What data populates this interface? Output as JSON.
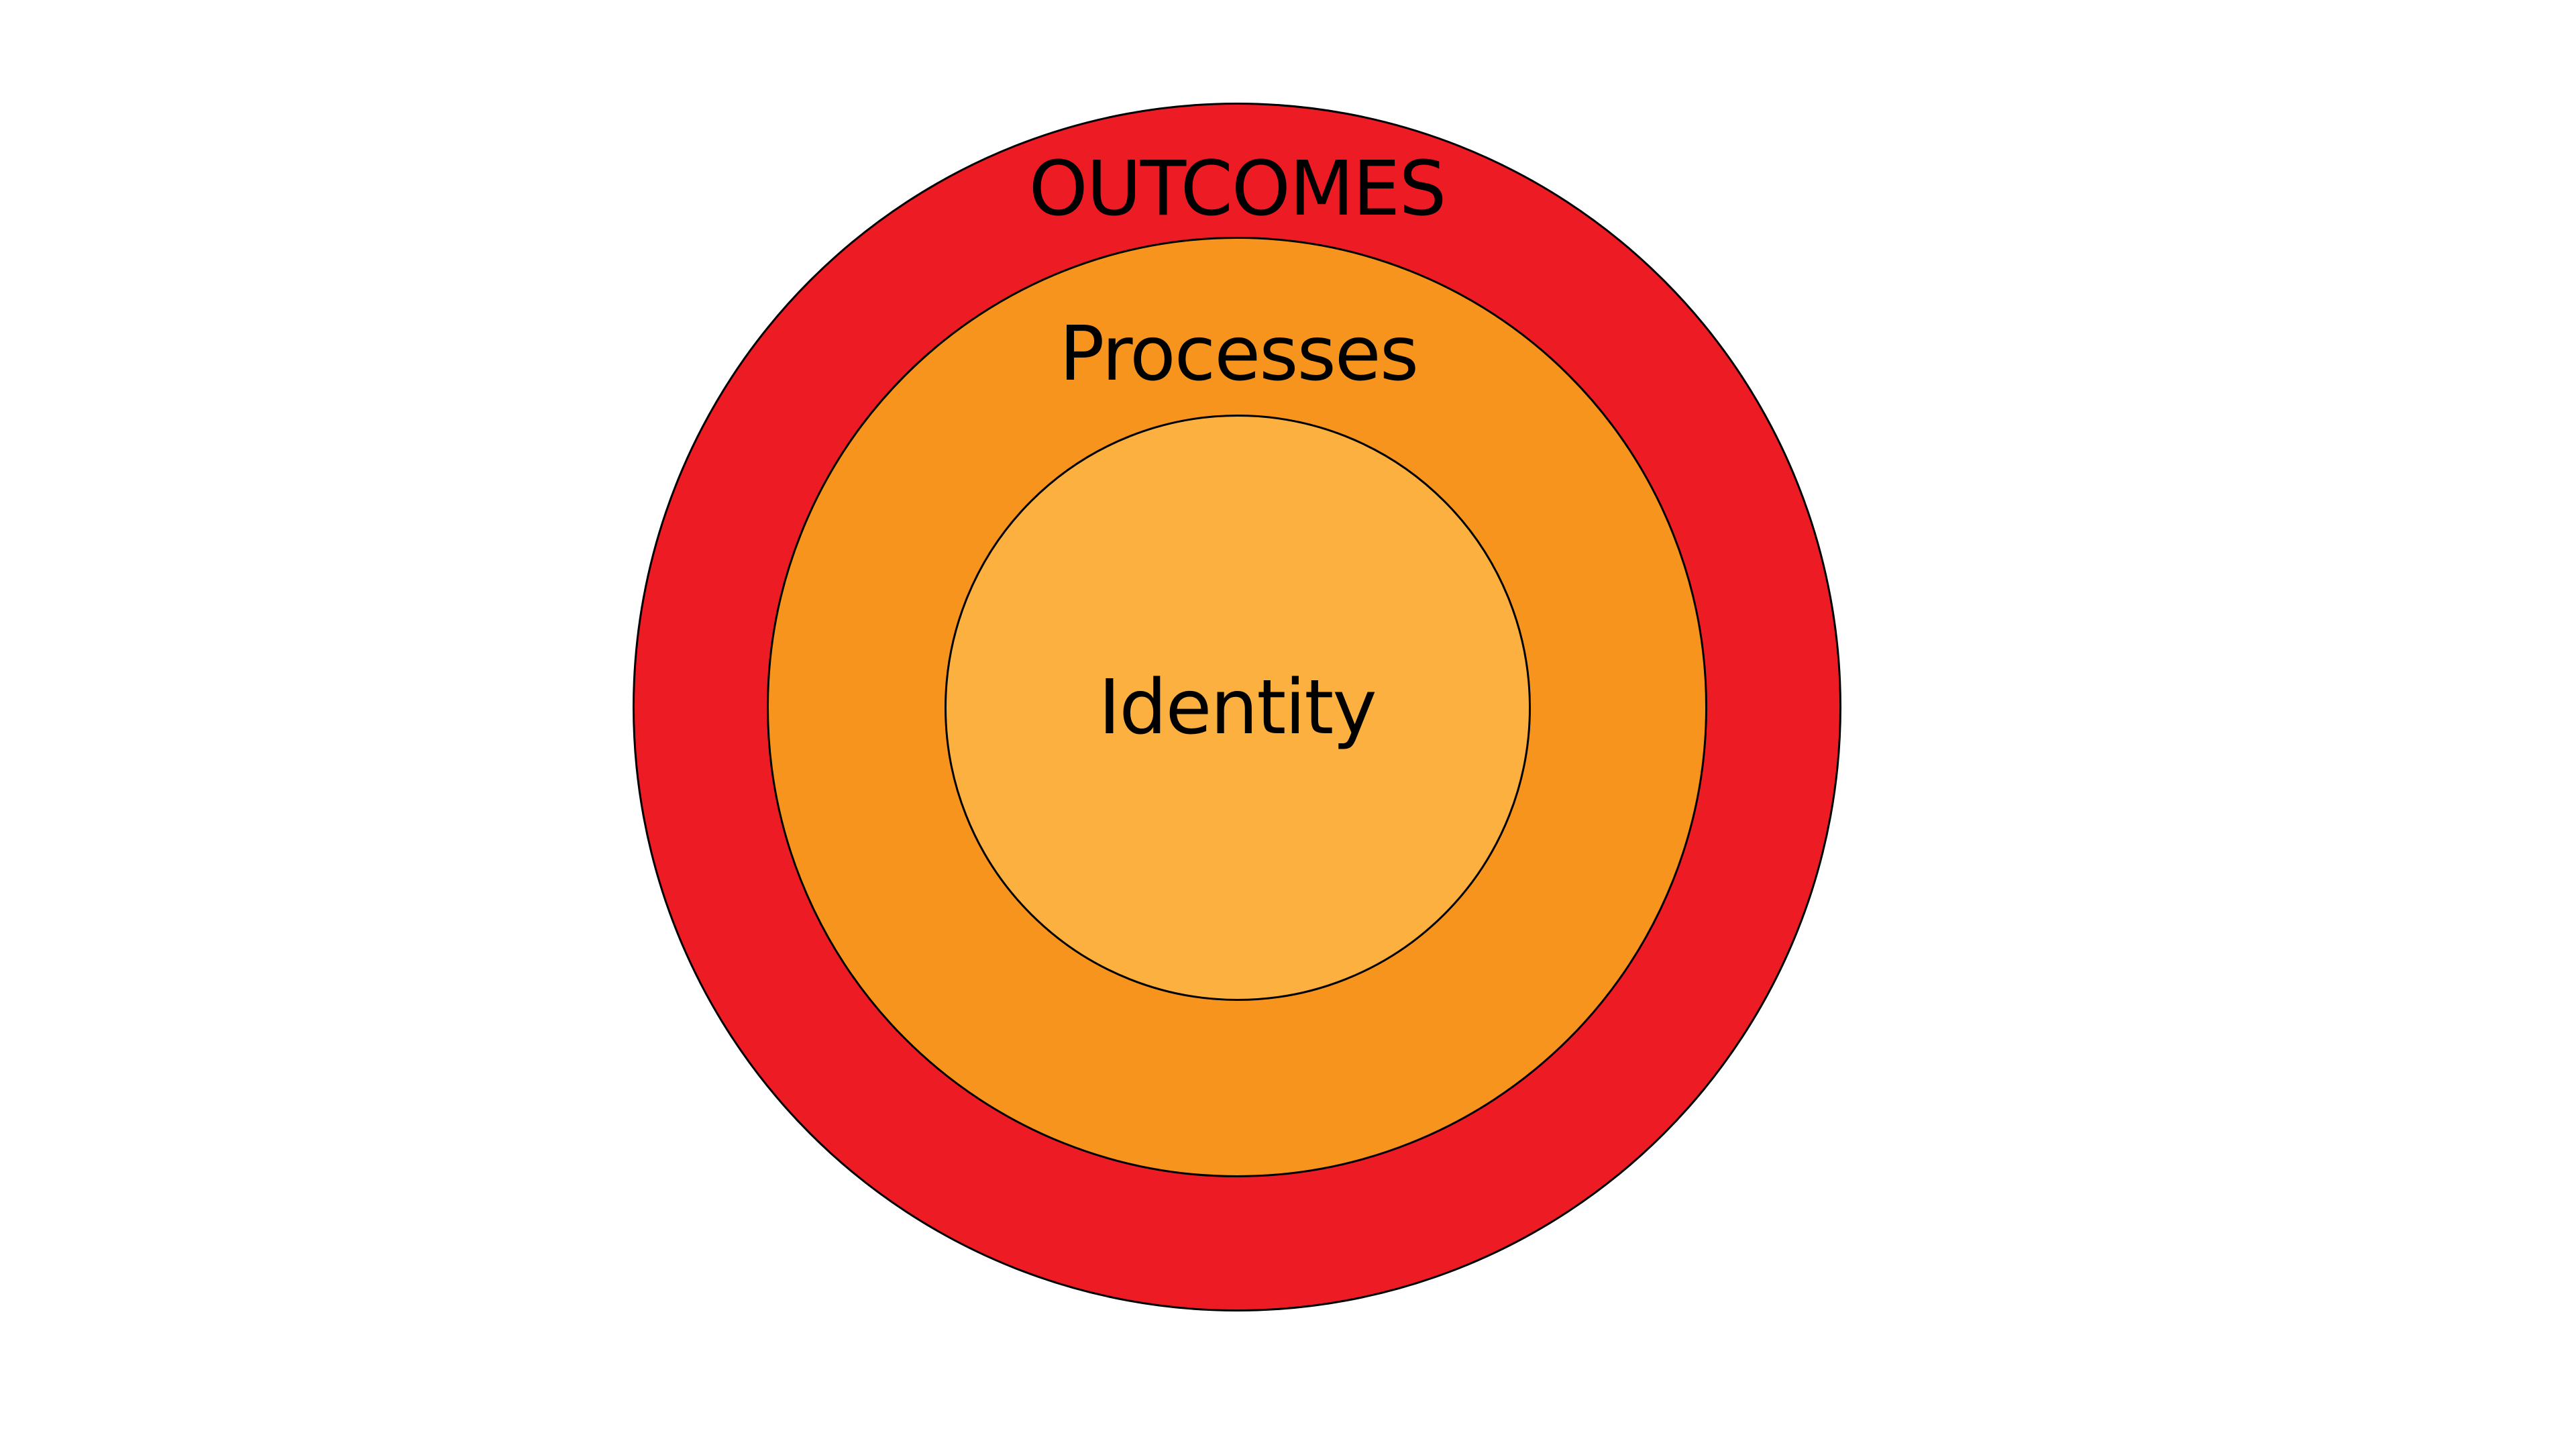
{
  "diagram": {
    "rings": [
      {
        "id": "outcomes",
        "label": "OUTCOMES",
        "fill": "#ED1C24"
      },
      {
        "id": "processes",
        "label": "Processes",
        "fill": "#F7941E"
      },
      {
        "id": "identity",
        "label": "Identity",
        "fill": "#FBB040"
      }
    ],
    "stroke": "#000000",
    "background": "#FFFFFF"
  }
}
